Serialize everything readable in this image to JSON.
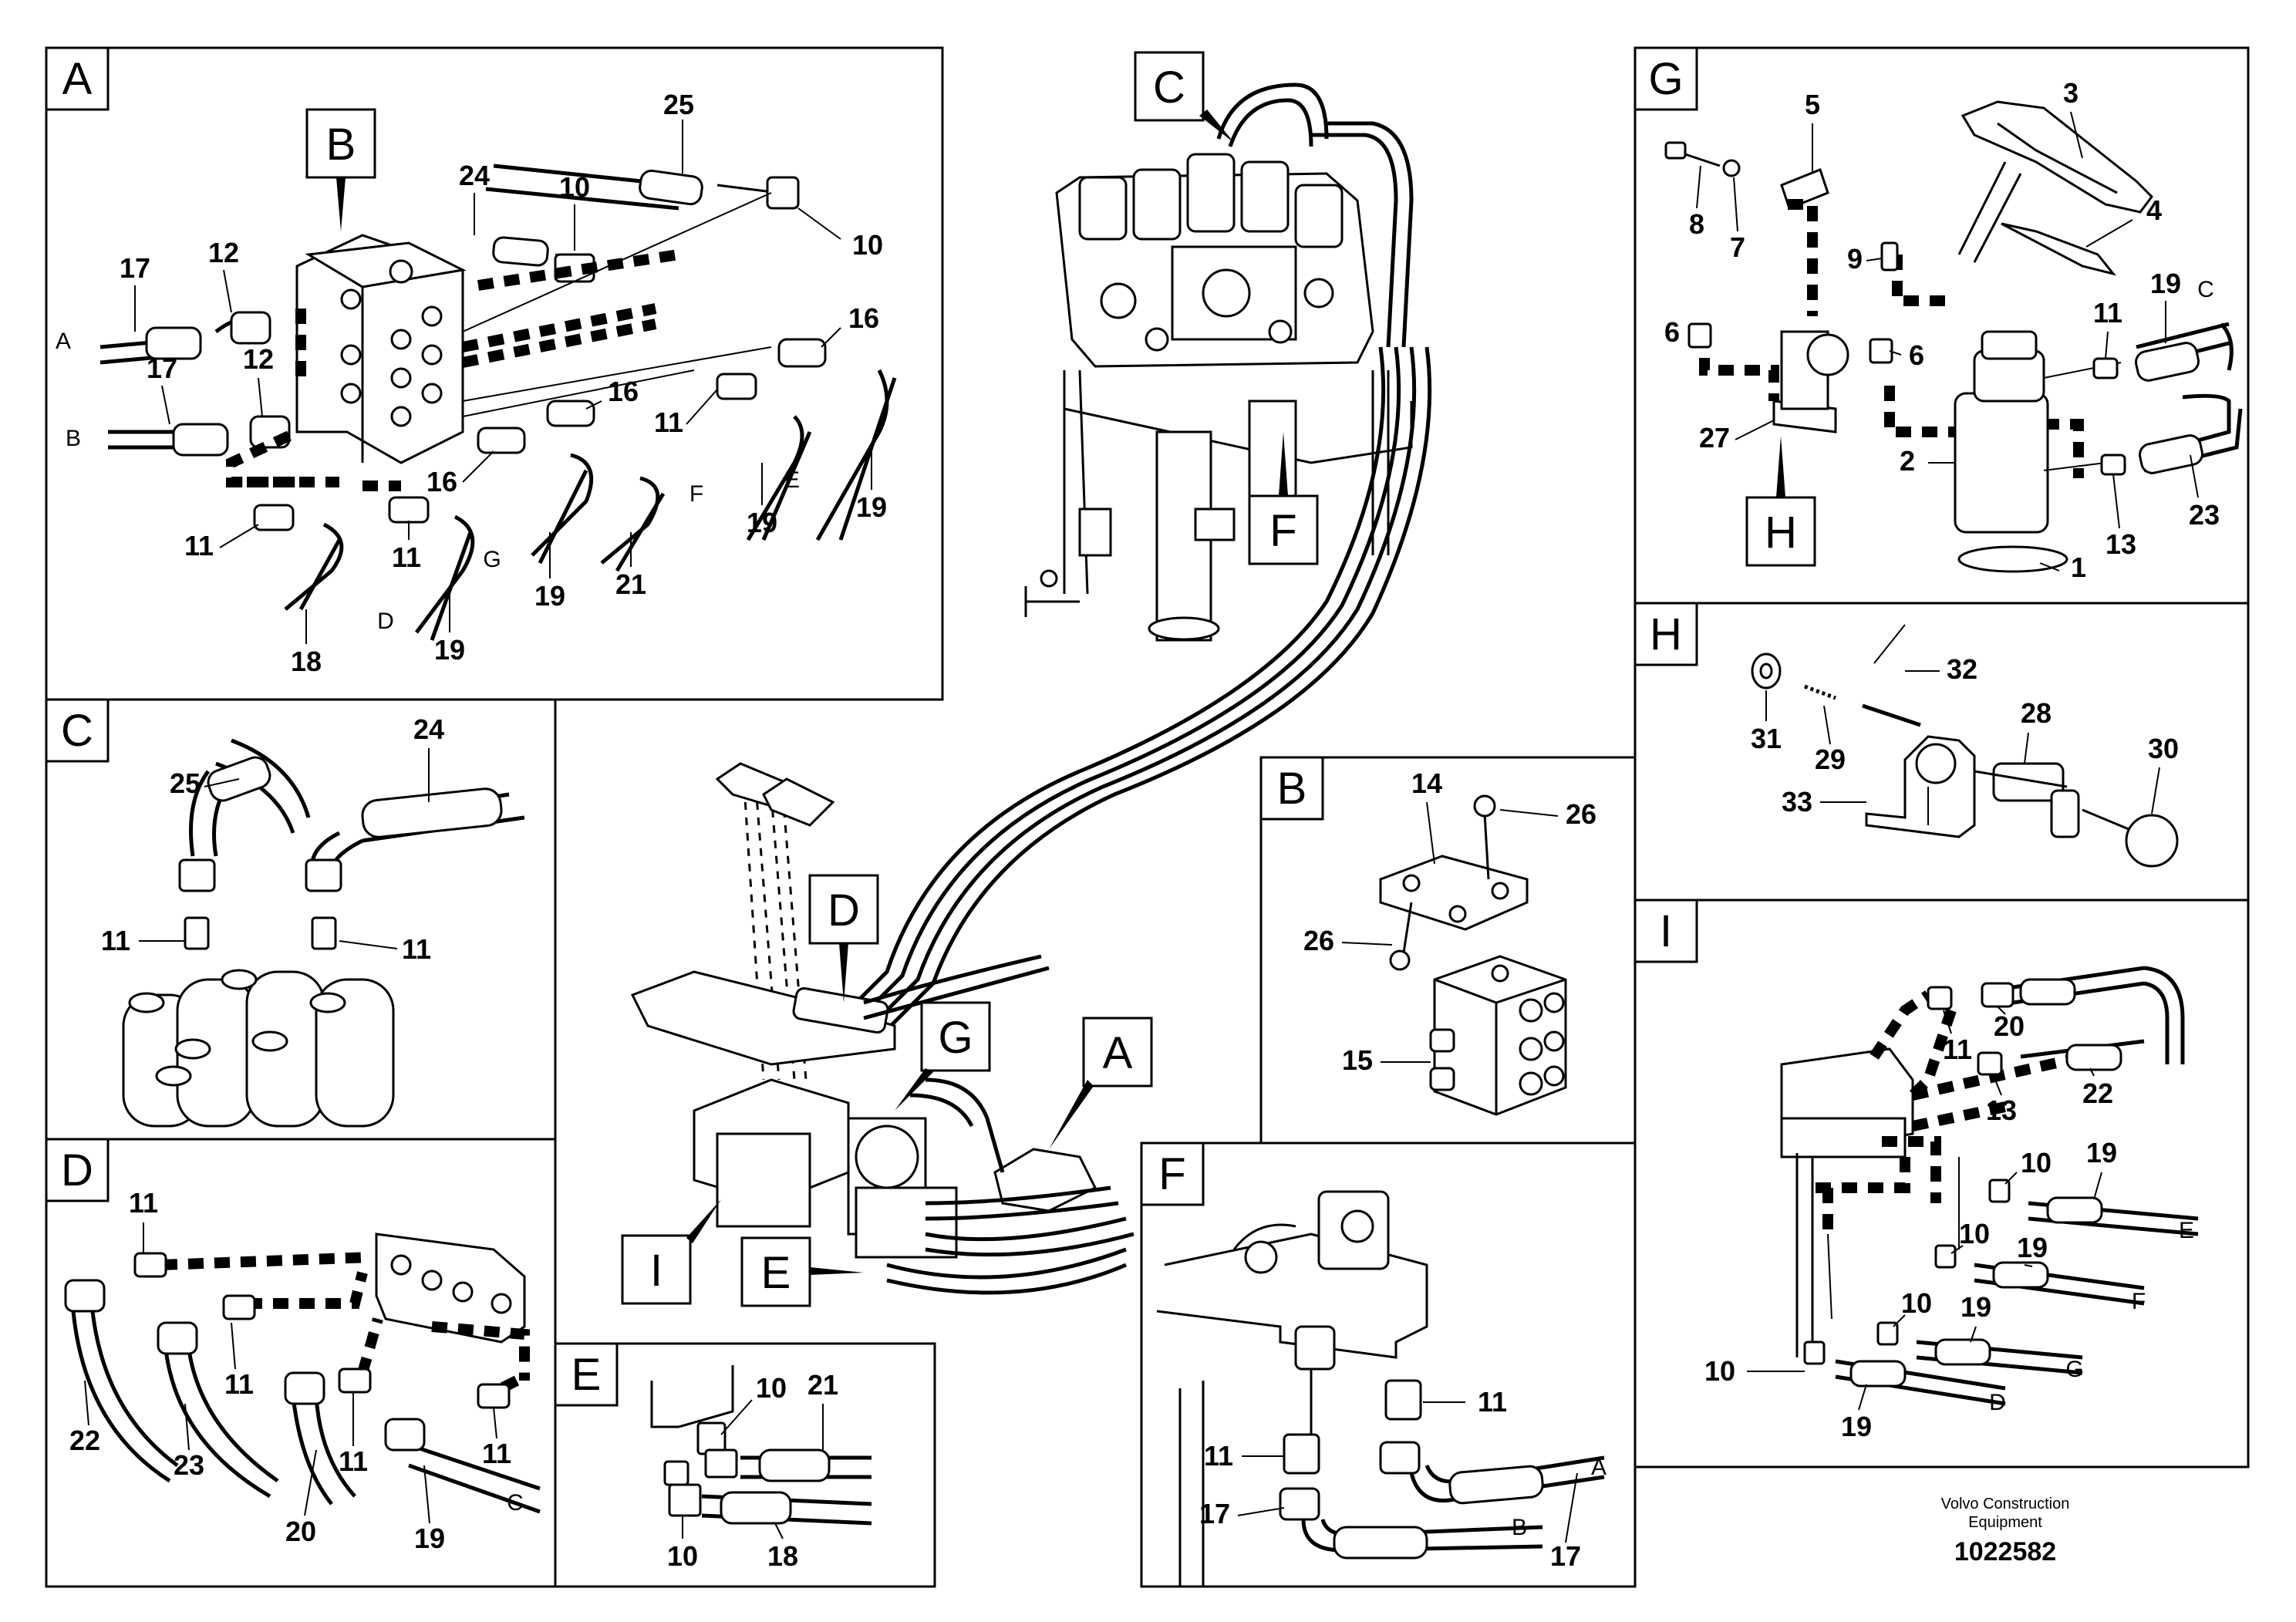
{
  "panels": {
    "A": {
      "letter": "A",
      "callout": "B",
      "labels": [
        "25",
        "24",
        "10",
        "10",
        "17",
        "12",
        "12",
        "17",
        "16",
        "16",
        "11",
        "16",
        "11",
        "11",
        "19",
        "19",
        "19",
        "19",
        "21",
        "18"
      ],
      "ports": [
        "A",
        "B",
        "F",
        "E",
        "G",
        "D"
      ]
    },
    "C": {
      "letter": "C",
      "labels": [
        "25",
        "24",
        "11",
        "11"
      ]
    },
    "D": {
      "letter": "D",
      "labels": [
        "11",
        "11",
        "11",
        "11",
        "22",
        "23",
        "20",
        "19"
      ],
      "ports": [
        "C"
      ]
    },
    "E": {
      "letter": "E",
      "labels": [
        "10",
        "21",
        "10",
        "18"
      ]
    },
    "F": {
      "letter": "F",
      "labels": [
        "11",
        "11",
        "17",
        "17"
      ],
      "ports": [
        "A",
        "B"
      ]
    },
    "B": {
      "letter": "B",
      "labels": [
        "14",
        "26",
        "26",
        "15"
      ]
    },
    "G": {
      "letter": "G",
      "callout": "H",
      "labels": [
        "5",
        "3",
        "8",
        "7",
        "4",
        "9",
        "19",
        "11",
        "6",
        "6",
        "27",
        "2",
        "23",
        "13",
        "1"
      ],
      "ports": [
        "C"
      ]
    },
    "H": {
      "letter": "H",
      "labels": [
        "32",
        "31",
        "29",
        "28",
        "30",
        "33"
      ]
    },
    "I": {
      "letter": "I",
      "labels": [
        "20",
        "11",
        "13",
        "22",
        "10",
        "19",
        "10",
        "19",
        "10",
        "19",
        "10",
        "19"
      ],
      "ports": [
        "E",
        "F",
        "G",
        "D"
      ]
    },
    "main": {
      "callouts": [
        "C",
        "F",
        "D",
        "G",
        "A",
        "I",
        "E"
      ]
    }
  },
  "footer": {
    "company_line1": "Volvo Construction",
    "company_line2": "Equipment",
    "drawing_number": "1022582"
  }
}
